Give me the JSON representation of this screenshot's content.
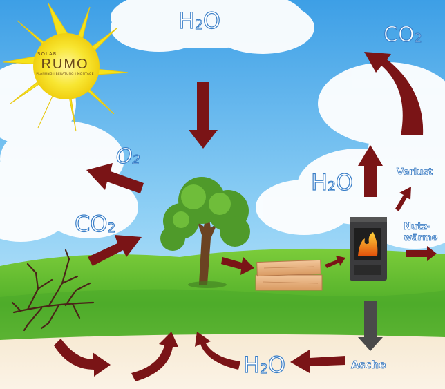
{
  "labels": {
    "h2o_top": "H2O",
    "co2_top": "CO2",
    "o2": "O2",
    "co2_left": "CO2",
    "h2o_right": "H2O",
    "h2o_bottom": "H2O",
    "verlust": "Verlust",
    "nutzwaerme_1": "Nutz-",
    "nutzwaerme_2": "wärme",
    "asche": "Asche"
  },
  "logo": {
    "line1": "SOLAR",
    "line2": "RUMO",
    "line3": "PLANUNG | BERATUNG | MONTAGE"
  },
  "colors": {
    "arrow_red": "#7a1416",
    "arrow_gray": "#4a4a4a",
    "sky_top": "#4aa8e8",
    "grass": "#5cb82e",
    "sun": "#f6e21a"
  },
  "icons": [
    "sun-icon",
    "tree-icon",
    "dead-branch-icon",
    "wood-planks-icon",
    "stove-icon"
  ]
}
